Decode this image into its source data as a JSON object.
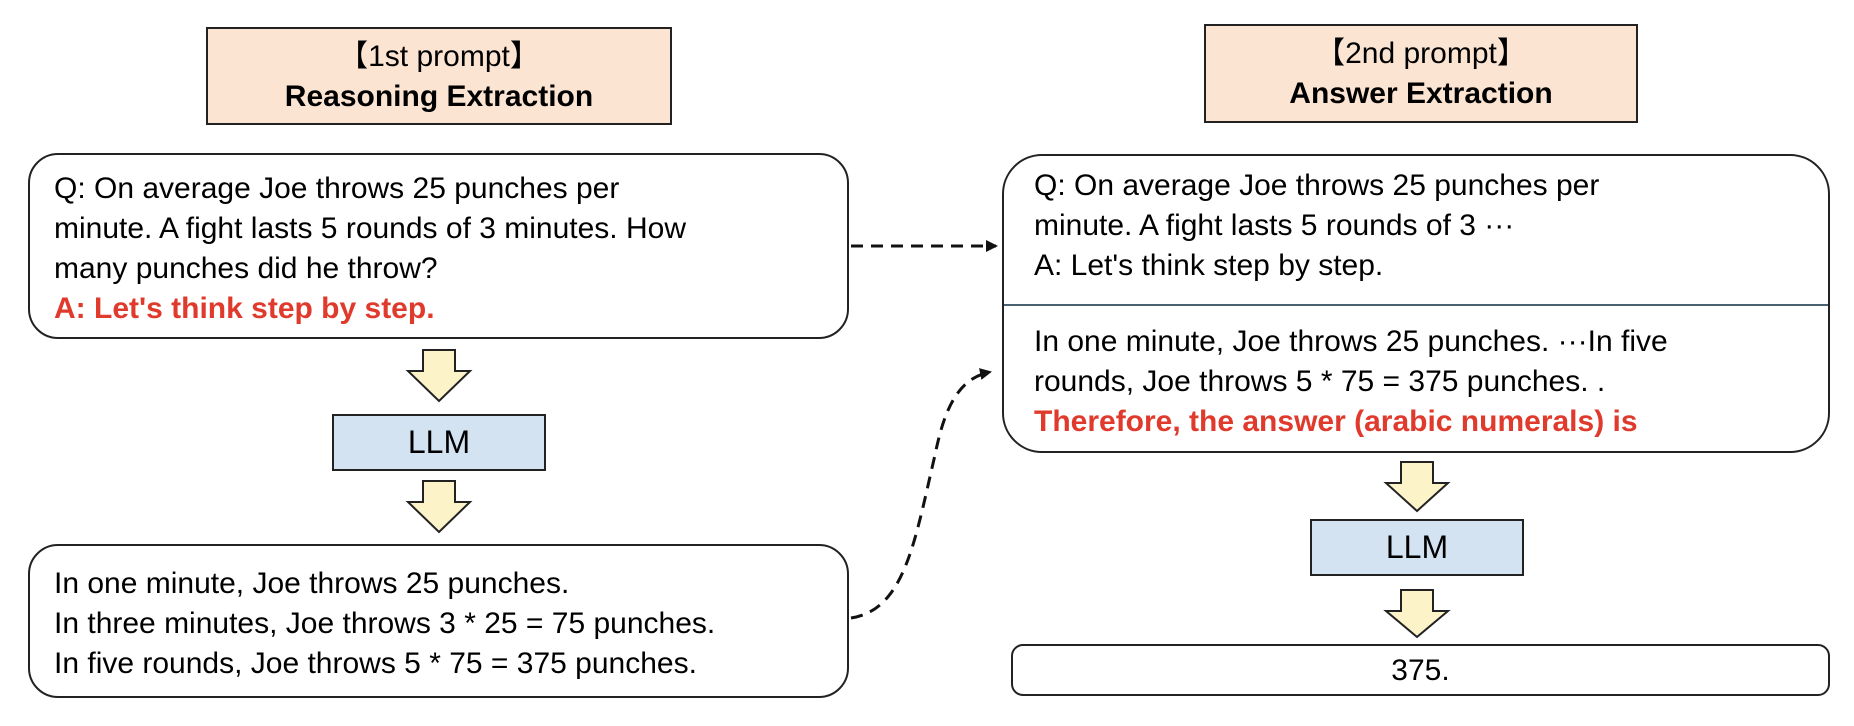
{
  "left": {
    "header": {
      "line1": "【1st prompt】",
      "line2": "Reasoning Extraction"
    },
    "question": {
      "lines": [
        "Q: On average Joe throws 25 punches per",
        "minute.  A fight lasts 5 rounds of 3 minutes.  How",
        "many punches did he throw?"
      ],
      "trigger": "A: Let's think step by step."
    },
    "llm_label": "LLM",
    "output": {
      "lines": [
        "In one minute, Joe throws 25 punches.",
        "In three minutes, Joe throws 3 * 25 = 75 punches.",
        "In five rounds, Joe throws 5 * 75 = 375 punches."
      ]
    }
  },
  "right": {
    "header": {
      "line1": "【2nd prompt】",
      "line2": "Answer Extraction"
    },
    "question": {
      "lines": [
        "Q: On average Joe throws 25 punches per",
        "minute.  A fight lasts 5 rounds of 3 ···",
        "A: Let's think step by step."
      ]
    },
    "reasoning": {
      "lines": [
        "In one minute, Joe throws 25 punches.  ···In five",
        "rounds, Joe throws 5 * 75 = 375 punches. ."
      ],
      "trigger": "Therefore, the answer (arabic numerals) is"
    },
    "llm_label": "LLM",
    "answer": "375."
  },
  "colors": {
    "header_fill": "#fbe4d2",
    "llm_fill": "#d4e3f2",
    "arrow_fill": "#fdf3c9",
    "trigger_red": "#e03a2d"
  }
}
